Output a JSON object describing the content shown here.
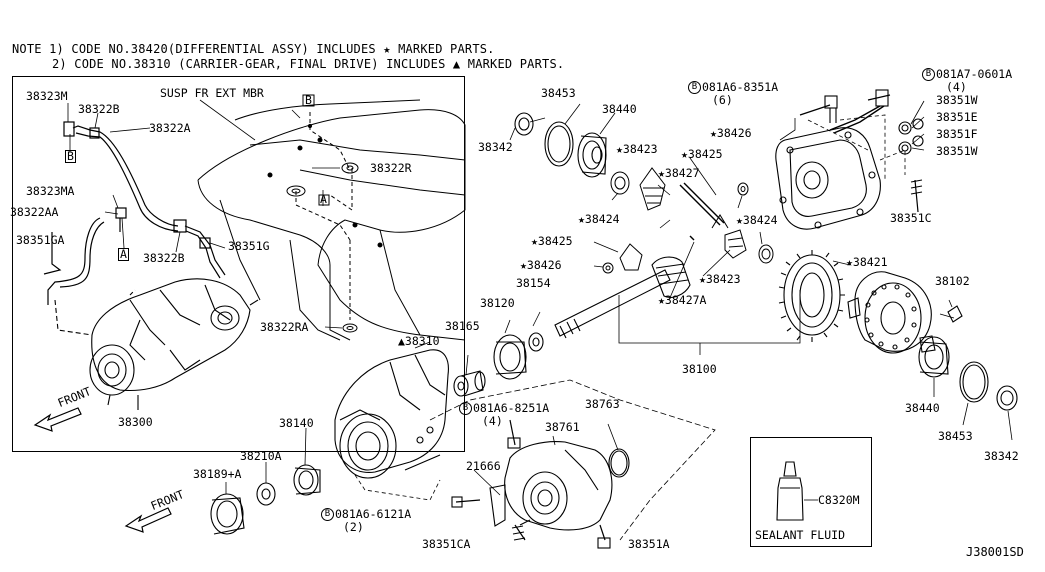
{
  "notes": {
    "line1": "NOTE 1) CODE NO.38420(DIFFERENTIAL ASSY) INCLUDES ★ MARKED PARTS.",
    "line2": "2) CODE NO.38310 (CARRIER-GEAR, FINAL DRIVE) INCLUDES ▲ MARKED PARTS."
  },
  "labels": {
    "p38323M": "38323M",
    "p38322B_top": "38322B",
    "p38322A": "38322A",
    "susp": "SUSP FR EXT MBR",
    "boxB_top": "B",
    "boxB_left": "B",
    "boxA_left": "A",
    "boxA_mid": "A",
    "p38322R": "38322R",
    "p38323MA": "38323MA",
    "p38322AA": "38322AA",
    "p38351GA": "38351GA",
    "p38322B_bot": "38322B",
    "p38351G": "38351G",
    "p38322RA": "38322RA",
    "p38300": "38300",
    "front_left": "FRONT",
    "p38453_top": "38453",
    "p38440_top": "38440",
    "p38342_top": "38342",
    "p38423_top": "★38423",
    "p38425_top": "★38425",
    "p38427": "★38427",
    "p38426_top": "★38426",
    "p38424_left": "★38424",
    "p38424_right": "★38424",
    "p38425_mid": "★38425",
    "p38426_mid": "★38426",
    "p38423_mid": "★38423",
    "p38427A": "★38427A",
    "p081A6_8351A": "081A6-8351A",
    "p081A6_8351A_qty": "(6)",
    "p081A7_0601A": "081A7-0601A",
    "p081A7_0601A_qty": "(4)",
    "p38351W_top": "38351W",
    "p38351E": "38351E",
    "p38351F": "38351F",
    "p38351W_bot": "38351W",
    "p38351C": "38351C",
    "p38421": "★38421",
    "p38102": "38102",
    "p38120": "38120",
    "p38154": "38154",
    "p38100": "38100",
    "p38165": "38165",
    "p38310": "▲38310",
    "p38440_bot": "38440",
    "p38453_bot": "38453",
    "p38342_bot": "38342",
    "p081A6_8251A": "081A6-8251A",
    "p081A6_8251A_qty": "(4)",
    "p38763": "38763",
    "p38761": "38761",
    "p38140": "38140",
    "p38210A": "38210A",
    "p38189A": "38189+A",
    "p21666": "21666",
    "front_bottom": "FRONT",
    "p081A6_6121A": "081A6-6121A",
    "p081A6_6121A_qty": "(2)",
    "p38351CA": "38351CA",
    "p38351A": "38351A",
    "c8320M": "C8320M",
    "sealant": "SEALANT FLUID",
    "diagram_code": "J38001SD",
    "bolt_b": "B"
  }
}
